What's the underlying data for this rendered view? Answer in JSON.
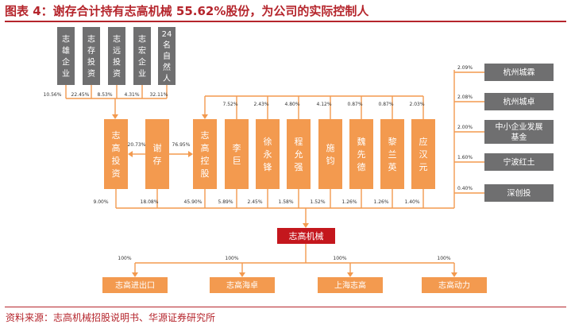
{
  "title": "图表 4：谢存合计持有志高机械 55.62%股份，为公司的实际控制人",
  "source": "资料来源：志高机械招股说明书、华源证券研究所",
  "colors": {
    "gray": "#6f6f70",
    "orange": "#f39a4f",
    "red": "#c4171d",
    "line": "#f39a4f",
    "text_dark": "#333333"
  },
  "top_shareholders": [
    {
      "name": "志雄企业",
      "pct": "10.56%"
    },
    {
      "name": "志存投资",
      "pct": "22.45%"
    },
    {
      "name": "志远投资",
      "pct": "8.53%"
    },
    {
      "name": "志宏企业",
      "pct": "4.31%"
    },
    {
      "name": "24名自然人",
      "pct": "32.11%"
    }
  ],
  "middle_row": [
    {
      "name": "志高投资",
      "pct_to_target": "9.00%"
    },
    {
      "name": "谢存",
      "pct_to_zhigao_invest": "20.73%",
      "pct_to_holding": "76.95%",
      "pct_to_target": "18.08%"
    },
    {
      "name": "志高控股",
      "pct_to_target": "45.90%"
    },
    {
      "name": "李巨",
      "pct_to_holding": "7.52%",
      "pct_to_target": "5.89%"
    },
    {
      "name": "徐永锋",
      "pct_to_holding": "2.43%",
      "pct_to_target": "2.45%"
    },
    {
      "name": "程允强",
      "pct_to_holding": "4.80%",
      "pct_to_target": "1.58%"
    },
    {
      "name": "施钧",
      "pct_to_holding": "4.12%",
      "pct_to_target": "1.52%"
    },
    {
      "name": "魏先德",
      "pct_to_holding": "0.87%",
      "pct_to_target": "1.26%"
    },
    {
      "name": "黎兰英",
      "pct_to_holding": "0.87%",
      "pct_to_target": "1.26%"
    },
    {
      "name": "应汉元",
      "pct_to_holding": "2.03%",
      "pct_to_target": "1.40%"
    }
  ],
  "right_shareholders": [
    {
      "name": "杭州城霖",
      "pct": "2.09%"
    },
    {
      "name": "杭州城卓",
      "pct": "2.08%"
    },
    {
      "name": "中小企业发展基金",
      "pct": "2.00%"
    },
    {
      "name": "宁波红土",
      "pct": "1.60%"
    },
    {
      "name": "深创投",
      "pct": "0.40%"
    }
  ],
  "target": {
    "name": "志高机械"
  },
  "subsidiaries": [
    {
      "name": "志高进出口",
      "pct": "100%"
    },
    {
      "name": "志高海卓",
      "pct": "100%"
    },
    {
      "name": "上海志高",
      "pct": "100%"
    },
    {
      "name": "志高动力",
      "pct": "100%"
    }
  ]
}
